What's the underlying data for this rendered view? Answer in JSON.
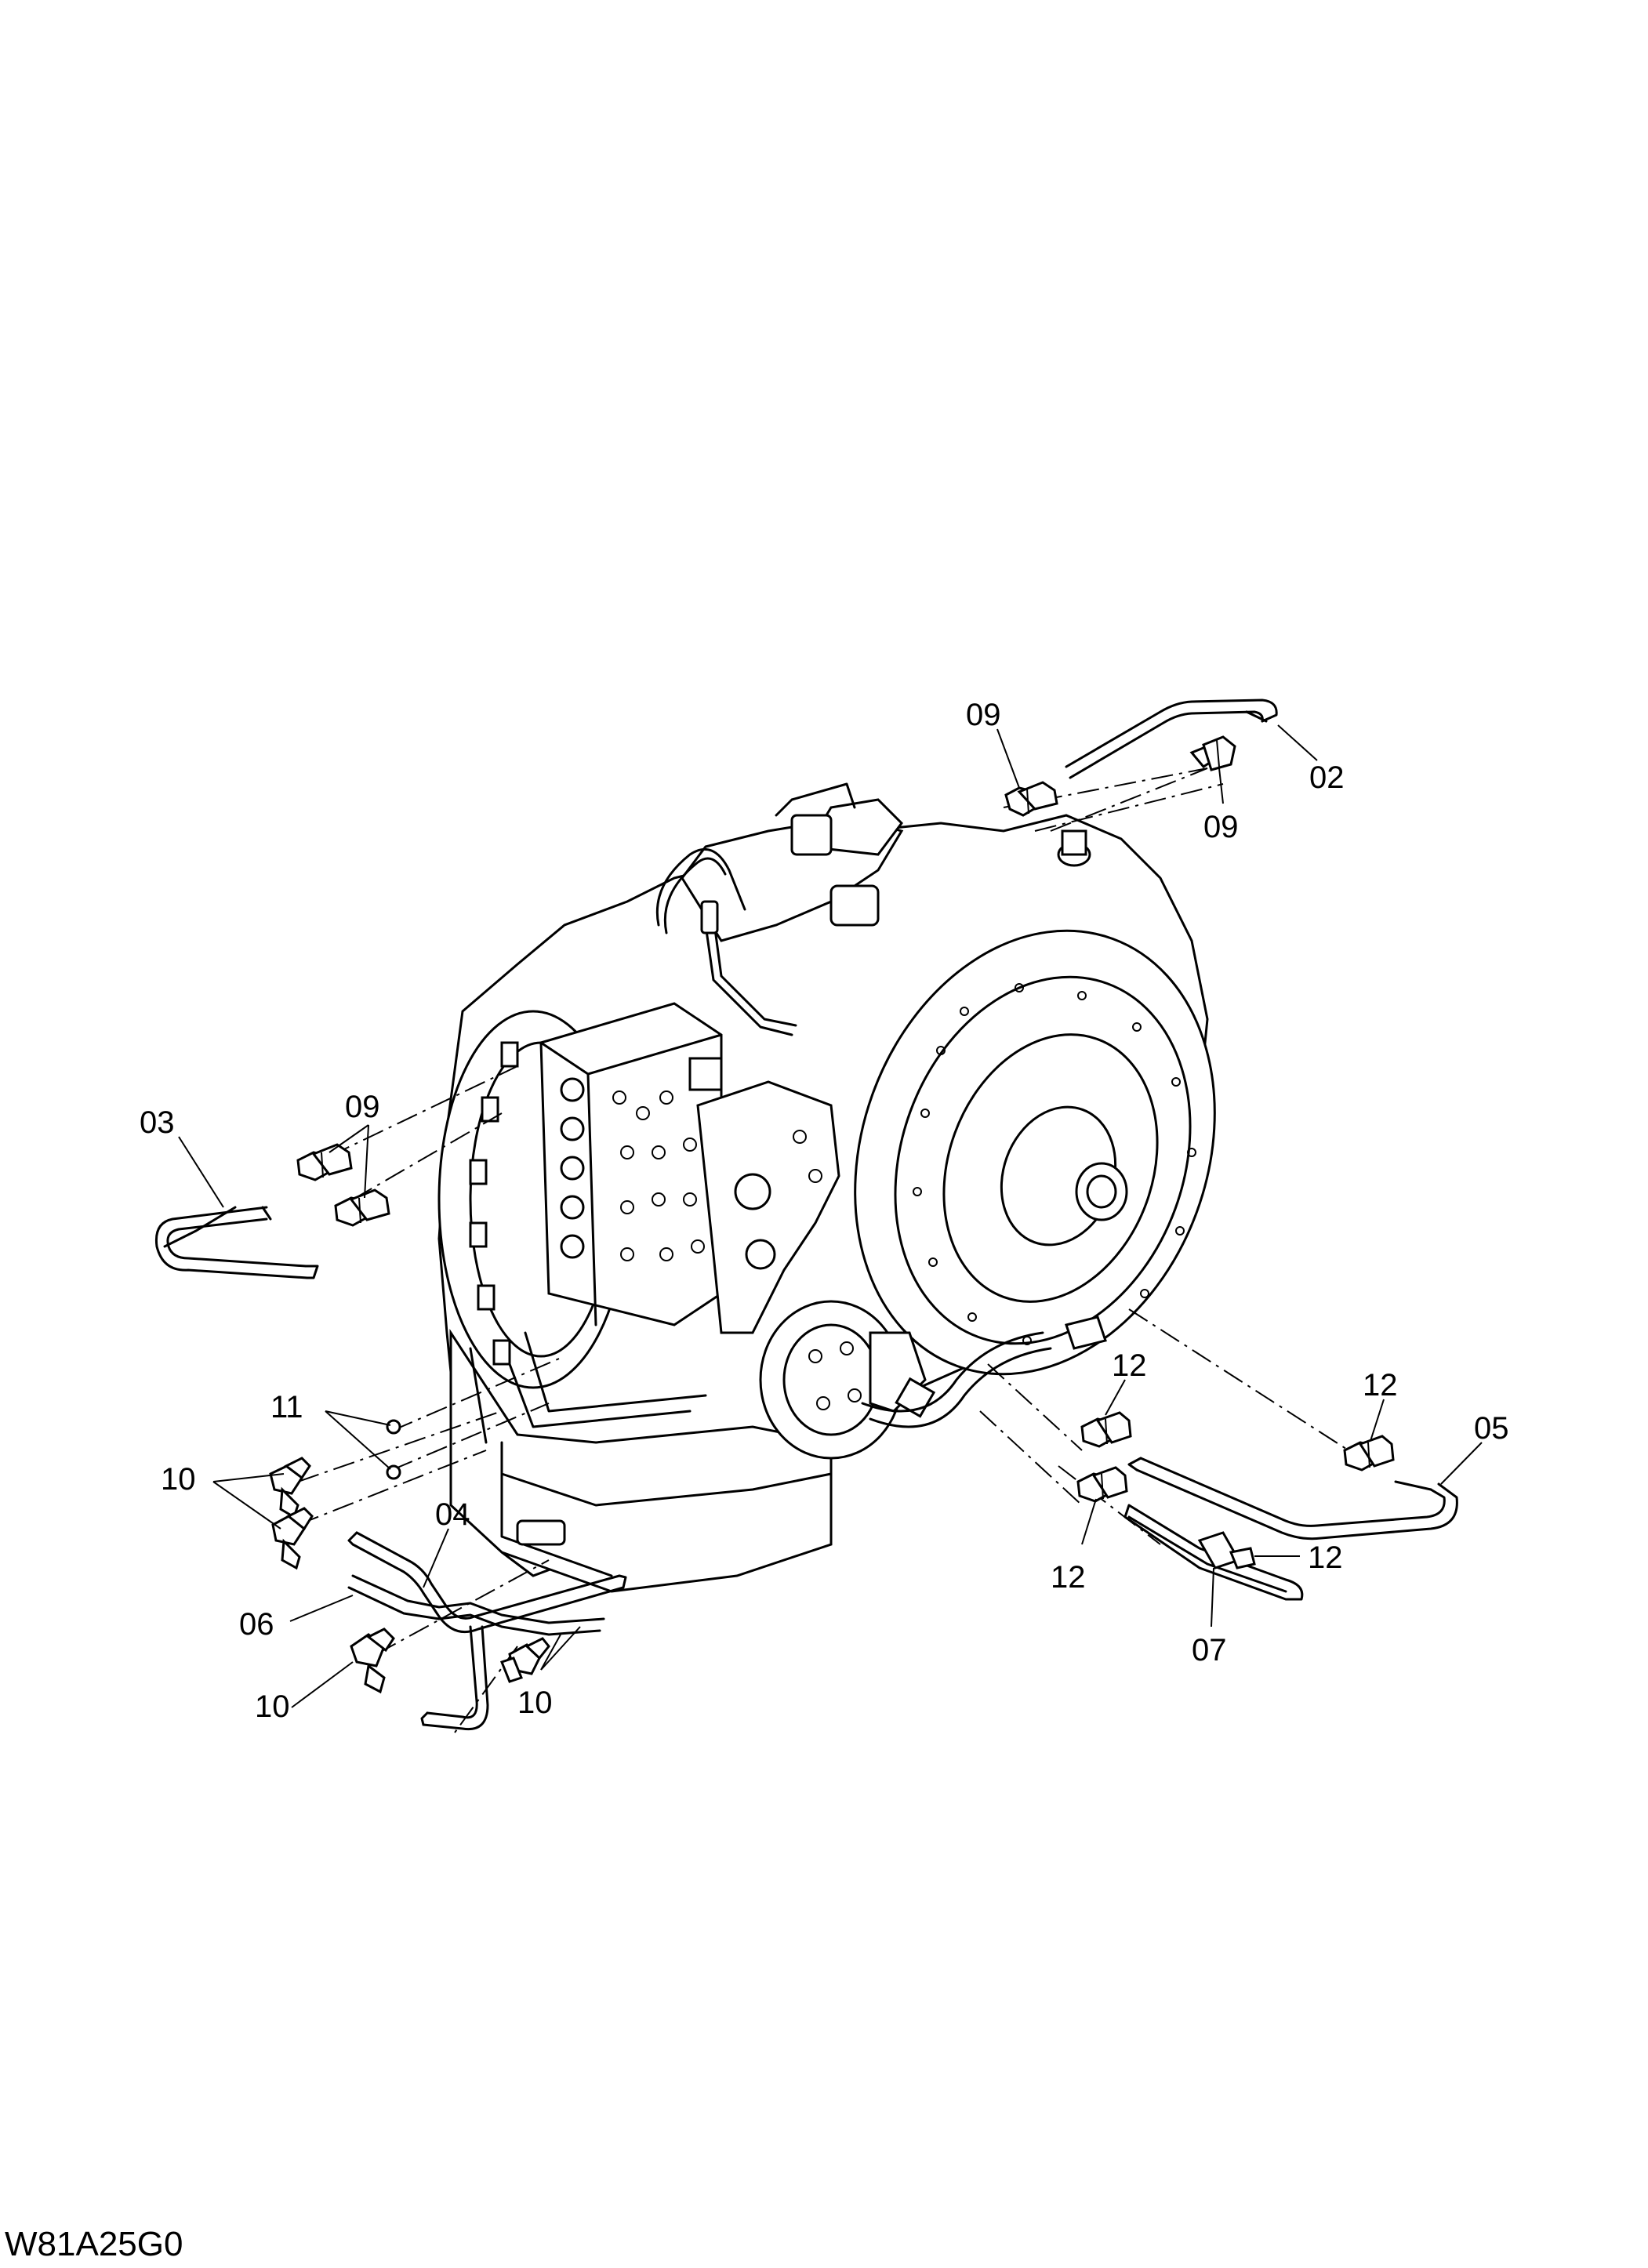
{
  "figure": {
    "code": "W81A25G0"
  },
  "callouts": [
    {
      "id": "c-09-top-left",
      "label": "09"
    },
    {
      "id": "c-02",
      "label": "02"
    },
    {
      "id": "c-09-top-right",
      "label": "09"
    },
    {
      "id": "c-09-left",
      "label": "09"
    },
    {
      "id": "c-03",
      "label": "03"
    },
    {
      "id": "c-12-a",
      "label": "12"
    },
    {
      "id": "c-12-b",
      "label": "12"
    },
    {
      "id": "c-05",
      "label": "05"
    },
    {
      "id": "c-11",
      "label": "11"
    },
    {
      "id": "c-10-a",
      "label": "10"
    },
    {
      "id": "c-04",
      "label": "04"
    },
    {
      "id": "c-12-c",
      "label": "12"
    },
    {
      "id": "c-12-d",
      "label": "12"
    },
    {
      "id": "c-06",
      "label": "06"
    },
    {
      "id": "c-07",
      "label": "07"
    },
    {
      "id": "c-10-b",
      "label": "10"
    },
    {
      "id": "c-10-c",
      "label": "10"
    }
  ]
}
